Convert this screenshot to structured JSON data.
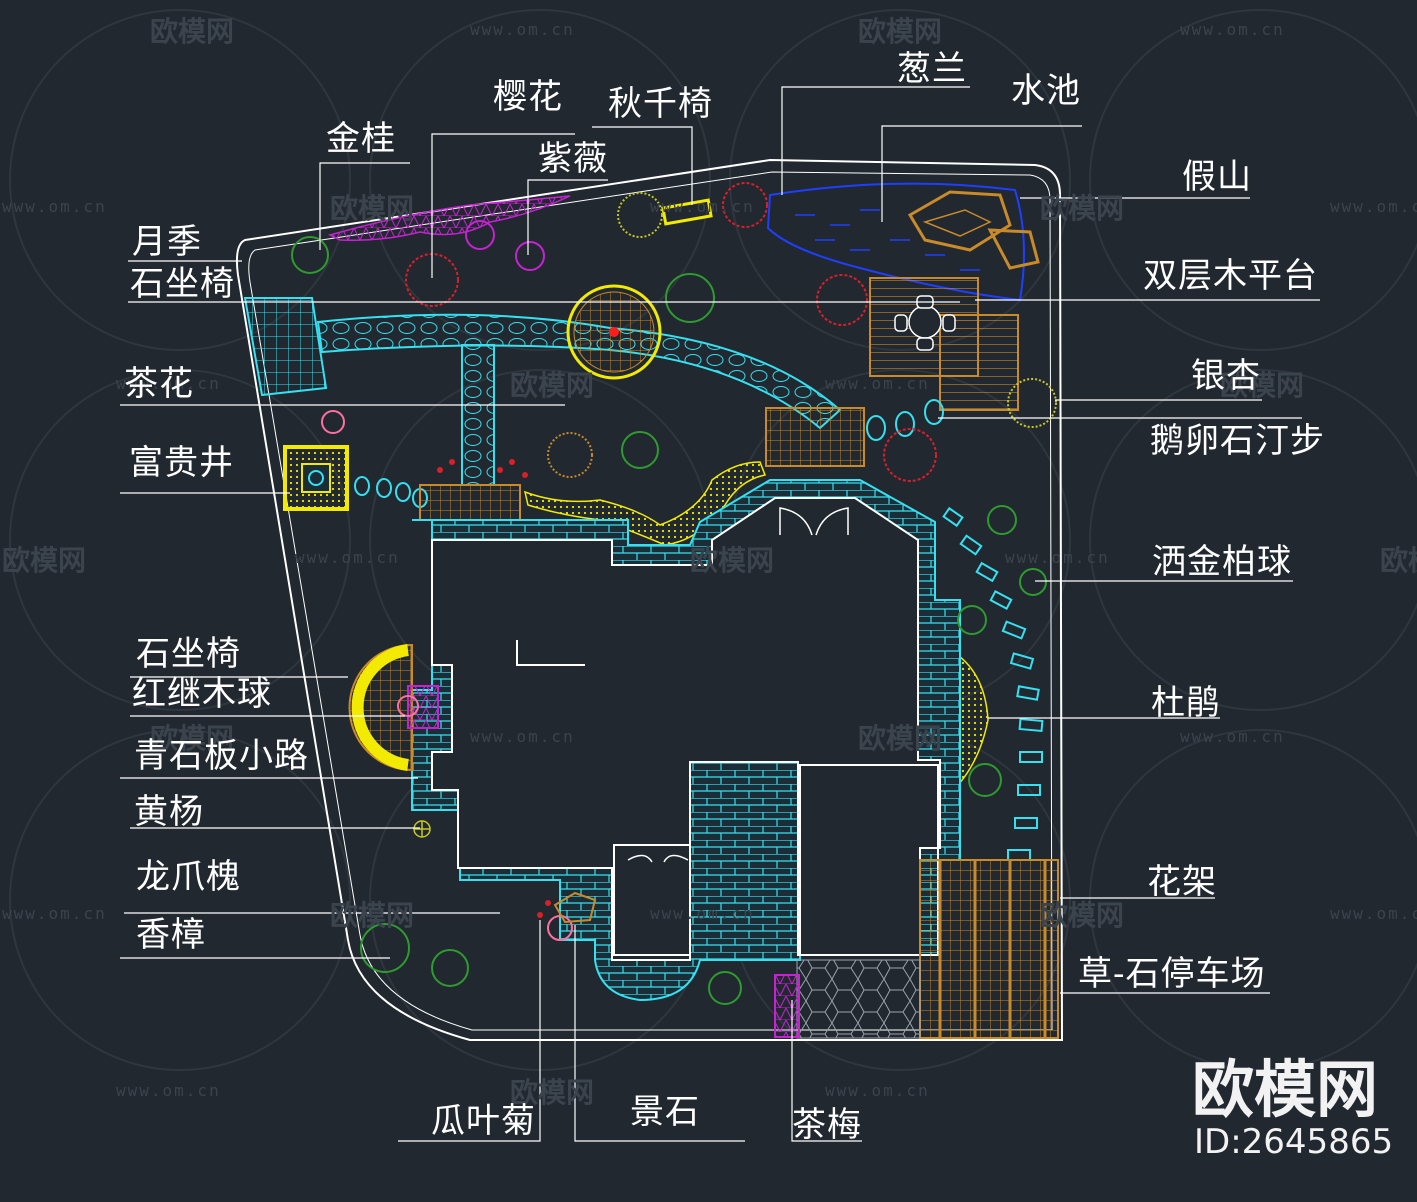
{
  "labels": {
    "sakura": "樱花",
    "swing_chair": "秋千椅",
    "scallion_orchid": "葱兰",
    "pond": "水池",
    "osmanthus": "金桂",
    "crape_myrtle": "紫薇",
    "rockery": "假山",
    "rose": "月季",
    "stone_bench_top": "石坐椅",
    "double_deck": "双层木平台",
    "camellia": "茶花",
    "ginkgo": "银杏",
    "pebble_steps": "鹅卵石汀步",
    "fugui_well": "富贵井",
    "gold_cypress": "洒金柏球",
    "stone_bench_left": "石坐椅",
    "loropetalum": "红继木球",
    "azalea": "杜鹃",
    "bluestone_path": "青石板小路",
    "boxwood": "黄杨",
    "pagoda_tree": "龙爪槐",
    "pergola": "花架",
    "camphor": "香樟",
    "grass_parking": "草-石停车场",
    "gerbera": "瓜叶菊",
    "scenic_stone": "景石",
    "quince": "茶梅"
  },
  "watermark": {
    "site_name": "欧模网",
    "url": "www.om.cn"
  },
  "brand": {
    "name": "欧模网",
    "id": "ID:2645865"
  },
  "colors": {
    "background": "#212830",
    "boundary": "#ffffff",
    "wall": "#35e0f0",
    "water": "#1f3fff",
    "wood": "#c98a2a",
    "yellow": "#f2ea00",
    "magenta": "#c424d0",
    "red_plant": "#d8202a",
    "green_plant": "#2f9a2f"
  }
}
